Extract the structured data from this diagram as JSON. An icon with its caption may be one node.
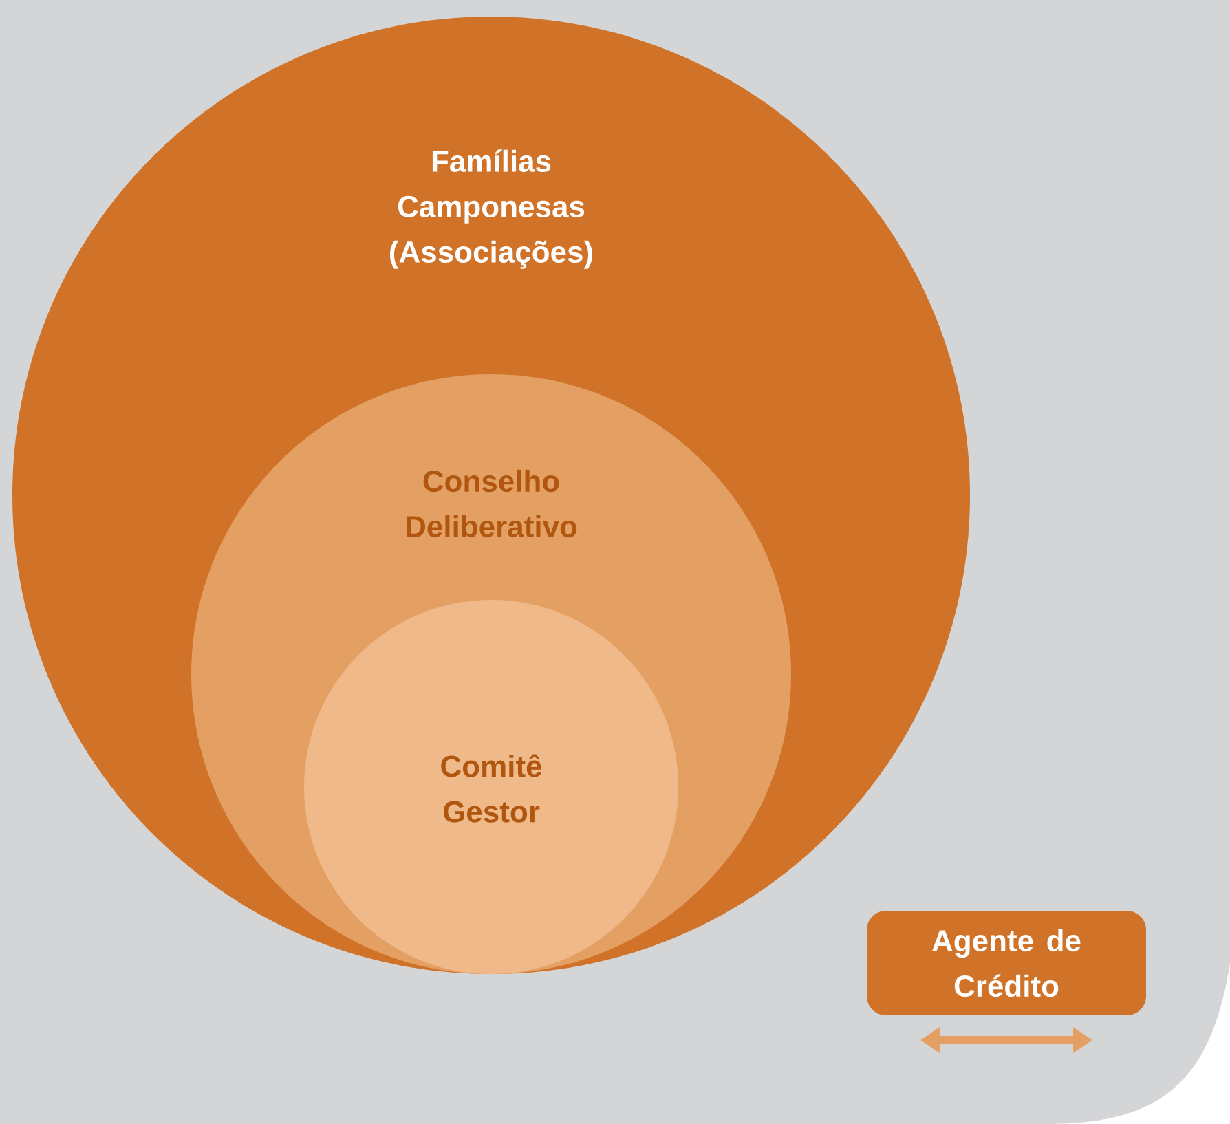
{
  "diagram": {
    "nodes": [
      {
        "text": [
          "Famílias Camponesas (Associações)"
        ]
      },
      {
        "text": [
          "Conselho Deliberativo"
        ],
        "in": 0
      },
      {
        "text": [
          "Comitê Gestor"
        ],
        "in": 1
      },
      {
        "text": [
          "Agente de Crédito"
        ]
      }
    ]
  }
}
